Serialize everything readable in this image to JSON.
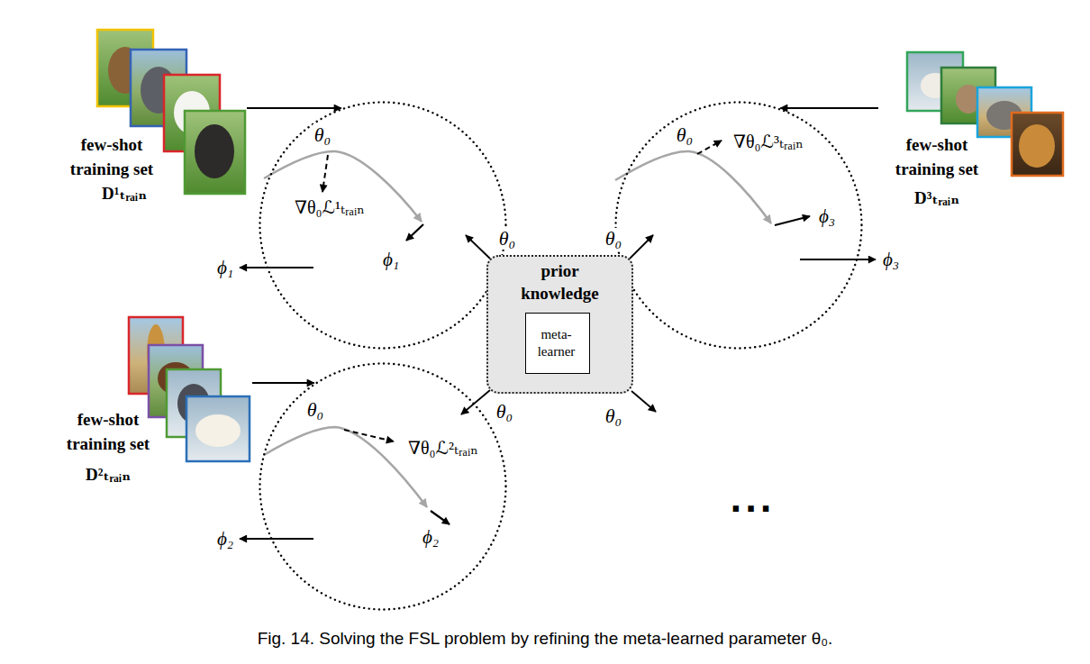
{
  "diagram": {
    "caption": "Fig. 14. Solving the FSL problem by refining the meta-learned parameter θ₀.",
    "nodes": [
      {
        "text": [
          "few-shot training set",
          "D¹ₜᵣₐᵢₙ"
        ]
      },
      {
        "text": [
          "θ₀",
          "∇θ₀ℒ¹ₜᵣₐᵢₙ",
          "ϕ₁"
        ]
      },
      {
        "text": [
          "θ₀",
          "∇θ₀ℒ³ₜᵣₐᵢₙ",
          "ϕ₃"
        ]
      },
      {
        "text": [
          "few-shot training set",
          "D³ₜᵣₐᵢₙ"
        ]
      },
      {
        "text": [
          "prior knowledge"
        ]
      },
      {
        "text": [
          "meta-learner"
        ],
        "in": 4
      },
      {
        "text": [
          "few-shot training set",
          "D²ₜᵣₐᵢₙ"
        ]
      },
      {
        "text": [
          "θ₀",
          "∇θ₀ℒ²ₜᵣₐᵢₙ",
          "ϕ₂"
        ]
      }
    ],
    "edges": [
      {
        "from": 0,
        "to": 1,
        "arrow": "to"
      },
      {
        "from": 3,
        "to": 2,
        "arrow": "to"
      },
      {
        "from": 6,
        "to": 7,
        "arrow": "to"
      },
      {
        "from": 4,
        "to": 1,
        "label": "θ₀",
        "arrow": "to"
      },
      {
        "from": 4,
        "to": 2,
        "label": "θ₀",
        "arrow": "to"
      },
      {
        "from": 4,
        "to": 7,
        "label": "θ₀",
        "arrow": "to"
      }
    ],
    "labels": [
      "ϕ₁",
      "ϕ₃",
      "θ₀",
      "...",
      "ϕ₂"
    ]
  }
}
